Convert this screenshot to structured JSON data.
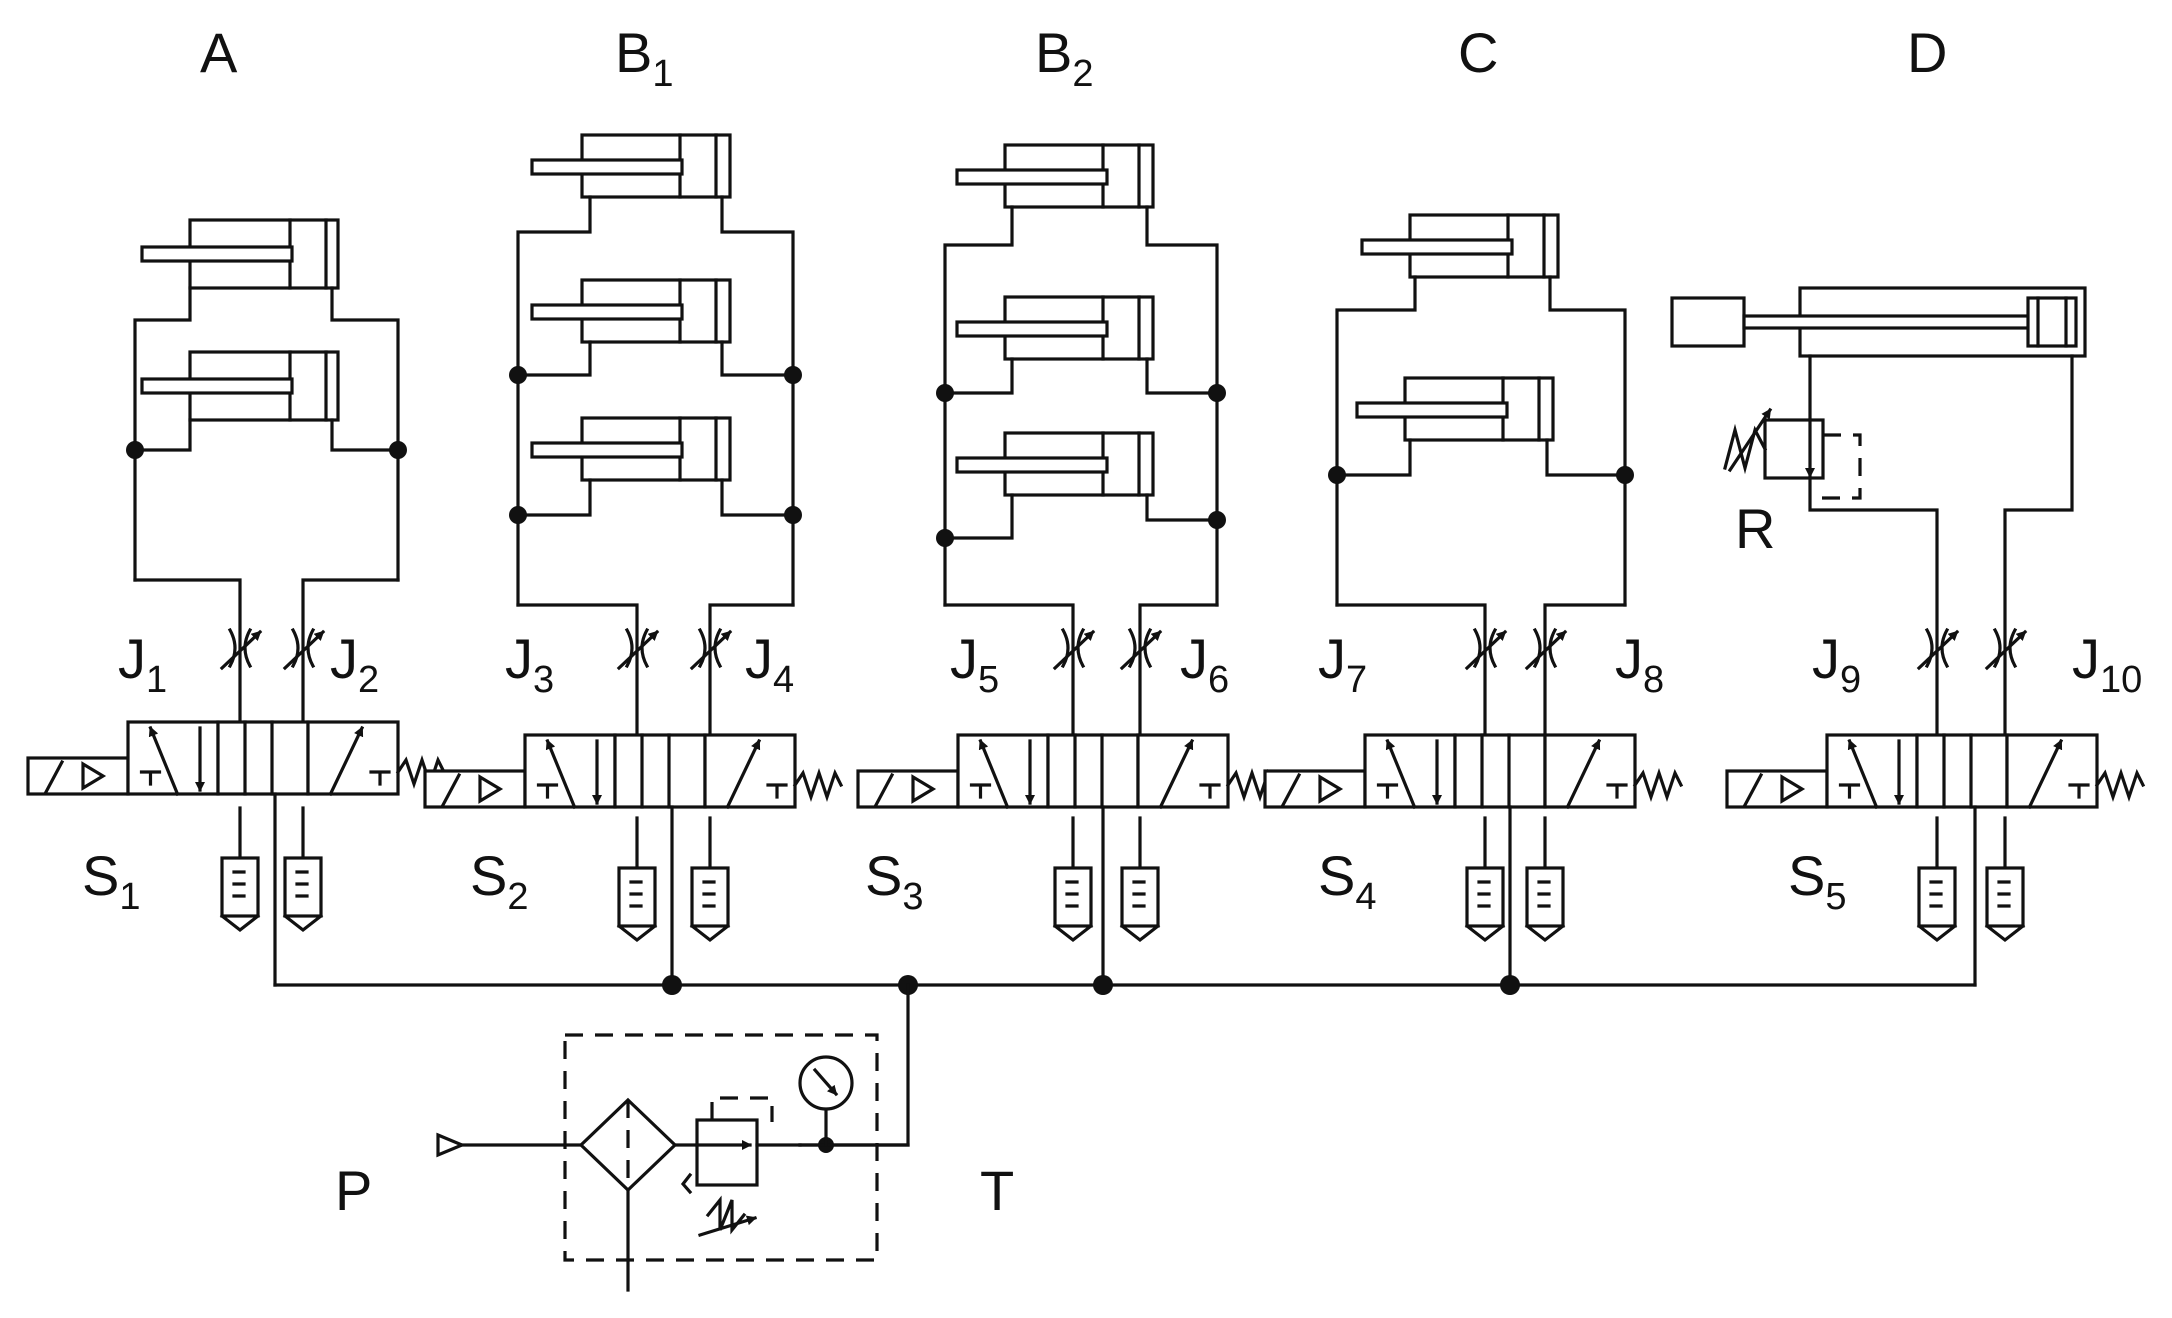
{
  "groups": [
    {
      "name": "A"
    },
    {
      "name": "B",
      "sub": "1"
    },
    {
      "name": "B",
      "sub": "2"
    },
    {
      "name": "C"
    },
    {
      "name": "D"
    }
  ],
  "valves": [
    {
      "name": "S",
      "sub": "1"
    },
    {
      "name": "S",
      "sub": "2"
    },
    {
      "name": "S",
      "sub": "3"
    },
    {
      "name": "S",
      "sub": "4"
    },
    {
      "name": "S",
      "sub": "5"
    }
  ],
  "throttles": [
    {
      "name": "J",
      "sub": "1"
    },
    {
      "name": "J",
      "sub": "2"
    },
    {
      "name": "J",
      "sub": "3"
    },
    {
      "name": "J",
      "sub": "4"
    },
    {
      "name": "J",
      "sub": "5"
    },
    {
      "name": "J",
      "sub": "6"
    },
    {
      "name": "J",
      "sub": "7"
    },
    {
      "name": "J",
      "sub": "8"
    },
    {
      "name": "J",
      "sub": "9"
    },
    {
      "name": "J",
      "sub": "10"
    }
  ],
  "relief_valve": {
    "name": "R"
  },
  "supply": {
    "name": "P"
  },
  "line": {
    "name": "T"
  }
}
